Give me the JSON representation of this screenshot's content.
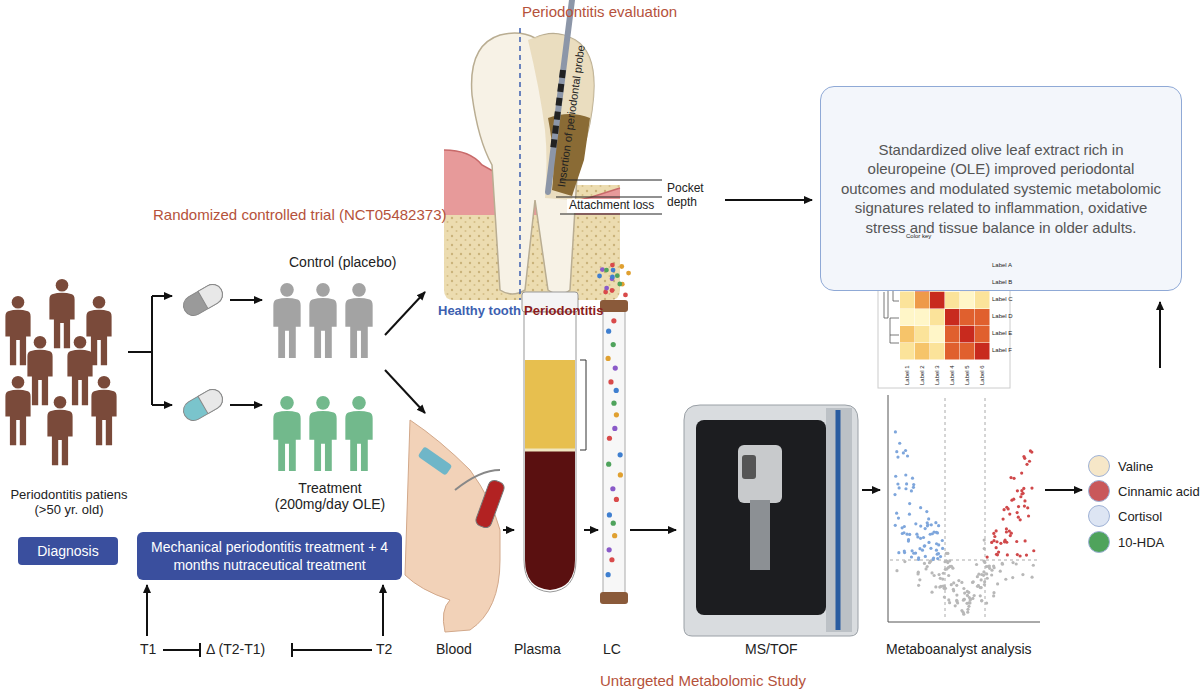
{
  "diagram": {
    "nodes": [
      {
        "text": [
          "Standardized olive leaf extract rich in oleuropeine (OLE) improved periodontal outcomes and modulated systemic metabolomic signatures related to inflammation, oxidative stress and tissue balance in older adults."
        ]
      },
      {
        "text": [
          "Diagnosis"
        ]
      },
      {
        "text": [
          "Mechanical periodontitis treatment + 4 months nutraceutical treatment"
        ]
      }
    ],
    "labels": [
      "Periodontitis evaluation",
      "Randomized controlled trial (NCT05482373)",
      "Insertion of periodontal probe",
      "Pocket depth",
      "Attachment loss",
      "Healthy tooth",
      "Periodontitis",
      "Control (placebo)",
      "Treatment (200mg/day OLE)",
      "Periodontitis patiens (>50 yr. old)",
      "T1",
      "Δ (T2-T1)",
      "T2",
      "Blood",
      "Plasma",
      "LC",
      "MS/TOF",
      "Color key",
      "Label A",
      "Label B",
      "Label C",
      "Label D",
      "Label E",
      "Label F",
      "Label 1",
      "Label 2",
      "Label 3",
      "Label 4",
      "Label 5",
      "Label 6",
      "Metaboanalyst analysis",
      "Untargeted Metabolomic Study"
    ],
    "legend": [
      {
        "text": "Valine",
        "color": "#f6e7c8"
      },
      {
        "text": "Cinnamic acid",
        "color": "#c9585a"
      },
      {
        "text": "Cortisol",
        "color": "#dde5f3"
      },
      {
        "text": "10-HDA",
        "color": "#4fa35c"
      }
    ]
  }
}
